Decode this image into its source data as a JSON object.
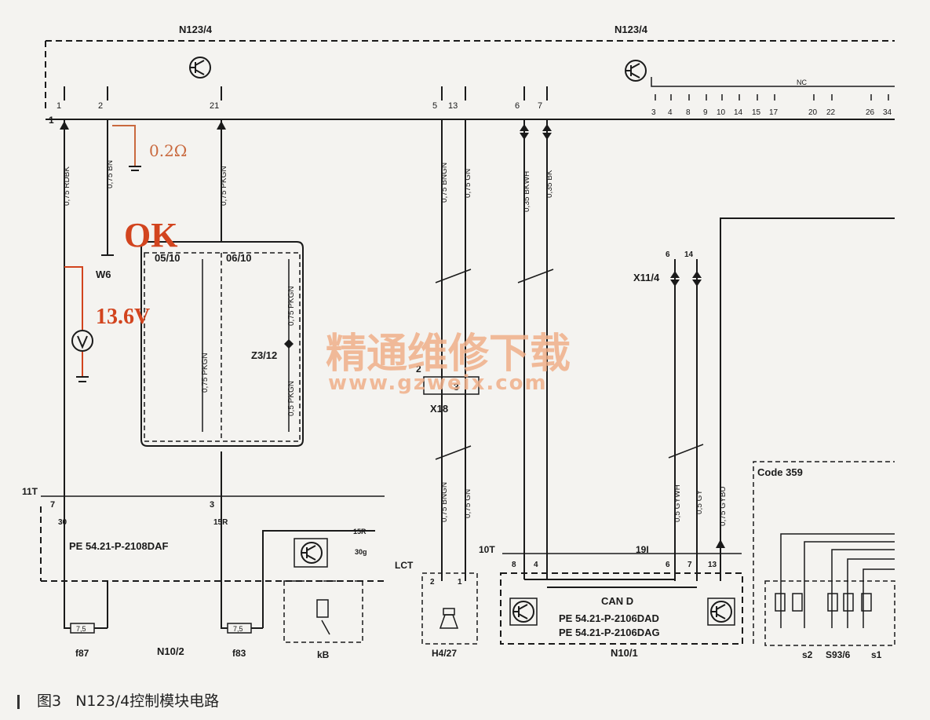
{
  "modules": {
    "n123_4_left": "N123/4",
    "n123_4_right": "N123/4",
    "n10_2": "N10/2",
    "n10_1": "N10/1",
    "h4_27": "H4/27",
    "x18": "X18",
    "x11_4": "X11/4",
    "z3_12": "Z3/12",
    "w6": "W6",
    "kb": "kB",
    "lct": "LCT",
    "can_d": "CAN D",
    "s2": "s2",
    "s93_6": "S93/6",
    "s1": "s1",
    "code": "Code 359"
  },
  "connectors": {
    "c11t": "11T",
    "c10t": "10T",
    "c19i": "19I",
    "bus_pin": "1"
  },
  "top_pins": [
    "1",
    "2",
    "21",
    "5",
    "13",
    "6",
    "7"
  ],
  "right_pins": [
    "3",
    "4",
    "8",
    "9",
    "10",
    "14",
    "15",
    "17",
    "20",
    "22",
    "26",
    "34"
  ],
  "nc_label": "NC",
  "wires": {
    "w1": "0,75 RDBK",
    "w2": "0,75 BN",
    "w3": "0,75 PKGN",
    "w4": "0,75 BNGN",
    "w5": "0,75 GN",
    "w6": "0,35 BKWH",
    "w7": "0,35 BK",
    "w8": "0,75 PKGN",
    "w9": "0,75 PKGN",
    "w10": "0,5 PKGN",
    "w11": "0,75 BNGN",
    "w12": "0,75 GN",
    "w13": "0,5 GYWH",
    "w14": "0,5 GY",
    "w15": "0,75 GYBU"
  },
  "splices": {
    "s0510": "05/10",
    "s0610": "06/10"
  },
  "lower_pins": {
    "p7": "7",
    "p30": "30",
    "p3": "3",
    "p15r": "15R",
    "p15r_b": "15R",
    "p30g": "30g",
    "h2": "2",
    "h1": "1",
    "x2": "2",
    "x3": "3",
    "n8": "8",
    "n4": "4",
    "n6": "6",
    "n7": "7",
    "n13": "13",
    "x6": "6",
    "x14": "14"
  },
  "fuses": {
    "f87": "f87",
    "f83": "f83",
    "f87_val": "7,5",
    "f83_val": "7,5"
  },
  "refs": {
    "pe1": "PE 54.21-P-2108DAF",
    "pe2": "PE 54.21-P-2106DAD",
    "pe3": "PE 54.21-P-2106DAG"
  },
  "annotations": {
    "resistance": "0.2Ω",
    "ok": "OK",
    "voltage": "13.6V"
  },
  "watermark": {
    "cn": "精通维修下载",
    "url": "www.gzweix.com"
  },
  "caption": {
    "fig": "图3",
    "title": "N123/4控制模块电路"
  },
  "colors": {
    "line": "#1a1a1a",
    "annotation": "#d2441e",
    "watermark": "#f0b089",
    "paper": "#f4f3f0"
  }
}
